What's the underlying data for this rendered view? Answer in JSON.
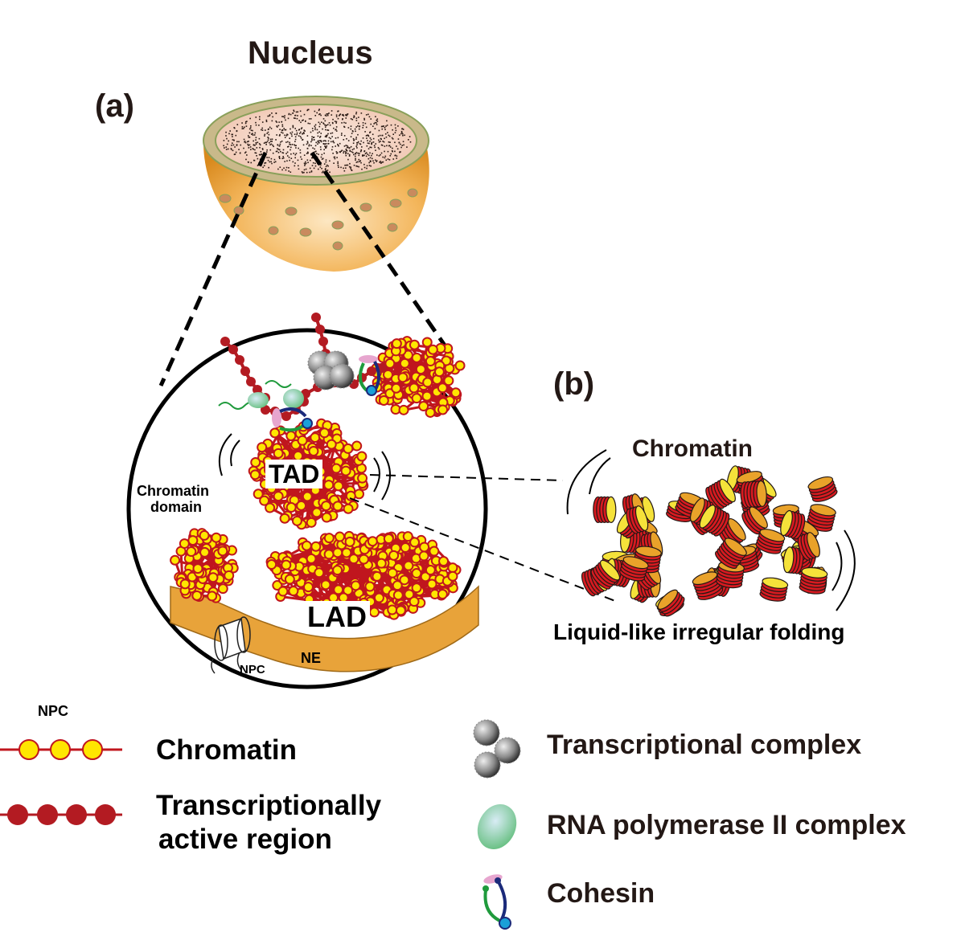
{
  "title": "Nucleus",
  "panel_a_label": "(a)",
  "panel_b_label": "(b)",
  "inset": {
    "tad_label": "TAD",
    "lad_label": "LAD",
    "ne_label": "NE",
    "npc_label": "NPC",
    "chromatin_domain_label_line1": "Chromatin",
    "chromatin_domain_label_line2": "domain"
  },
  "panel_b": {
    "chromatin_label": "Chromatin",
    "caption": "Liquid-like irregular folding"
  },
  "legend": {
    "npc_label": "NPC",
    "items": [
      {
        "icon": "chromatin-bead-string-icon",
        "label": "Chromatin"
      },
      {
        "icon": "active-region-bead-string-icon",
        "label_line1": "Transcriptionally",
        "label_line2": "active region"
      },
      {
        "icon": "transcriptional-complex-icon",
        "label": "Transcriptional complex"
      },
      {
        "icon": "rna-polymerase-icon",
        "label": "RNA polymerase II complex"
      },
      {
        "icon": "cohesin-icon",
        "label": "Cohesin"
      }
    ]
  },
  "colors": {
    "chromatin_bead": "#ffe600",
    "chromatin_outline": "#c0161e",
    "active_bead": "#b31b22",
    "envelope": "#e8a33a",
    "nucleus_shell": "#f0b04a",
    "nucleus_inner": "#f2c7b0",
    "polymerase": "#8fd3a0",
    "cohesin_ring_green": "#1f9a3c",
    "cohesin_ring_blue": "#1b2a7a",
    "cohesin_cap": "#e7a6cf"
  }
}
